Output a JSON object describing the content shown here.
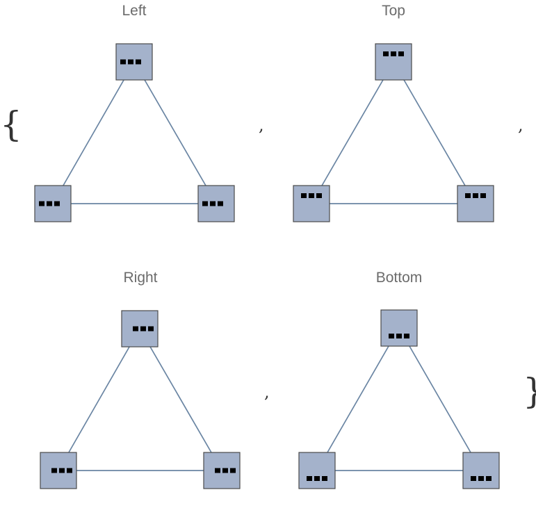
{
  "colors": {
    "node_fill": "#a4b2cb",
    "node_stroke": "#4a4a4a",
    "edge": "#6a85a3",
    "title_text": "#6b6b6b",
    "marker": "#000000"
  },
  "list_punctuation": {
    "open": "{",
    "close": "}",
    "separator": ","
  },
  "panels": [
    {
      "title": "Left",
      "marker_position": "left",
      "nodes": [
        "top",
        "bottom-left",
        "bottom-right"
      ],
      "edges": [
        [
          "top",
          "bottom-left"
        ],
        [
          "top",
          "bottom-right"
        ],
        [
          "bottom-left",
          "bottom-right"
        ]
      ]
    },
    {
      "title": "Top",
      "marker_position": "top",
      "nodes": [
        "top",
        "bottom-left",
        "bottom-right"
      ],
      "edges": [
        [
          "top",
          "bottom-left"
        ],
        [
          "top",
          "bottom-right"
        ],
        [
          "bottom-left",
          "bottom-right"
        ]
      ]
    },
    {
      "title": "Right",
      "marker_position": "right",
      "nodes": [
        "top",
        "bottom-left",
        "bottom-right"
      ],
      "edges": [
        [
          "top",
          "bottom-left"
        ],
        [
          "top",
          "bottom-right"
        ],
        [
          "bottom-left",
          "bottom-right"
        ]
      ]
    },
    {
      "title": "Bottom",
      "marker_position": "bottom",
      "nodes": [
        "top",
        "bottom-left",
        "bottom-right"
      ],
      "edges": [
        [
          "top",
          "bottom-left"
        ],
        [
          "top",
          "bottom-right"
        ],
        [
          "bottom-left",
          "bottom-right"
        ]
      ]
    }
  ]
}
